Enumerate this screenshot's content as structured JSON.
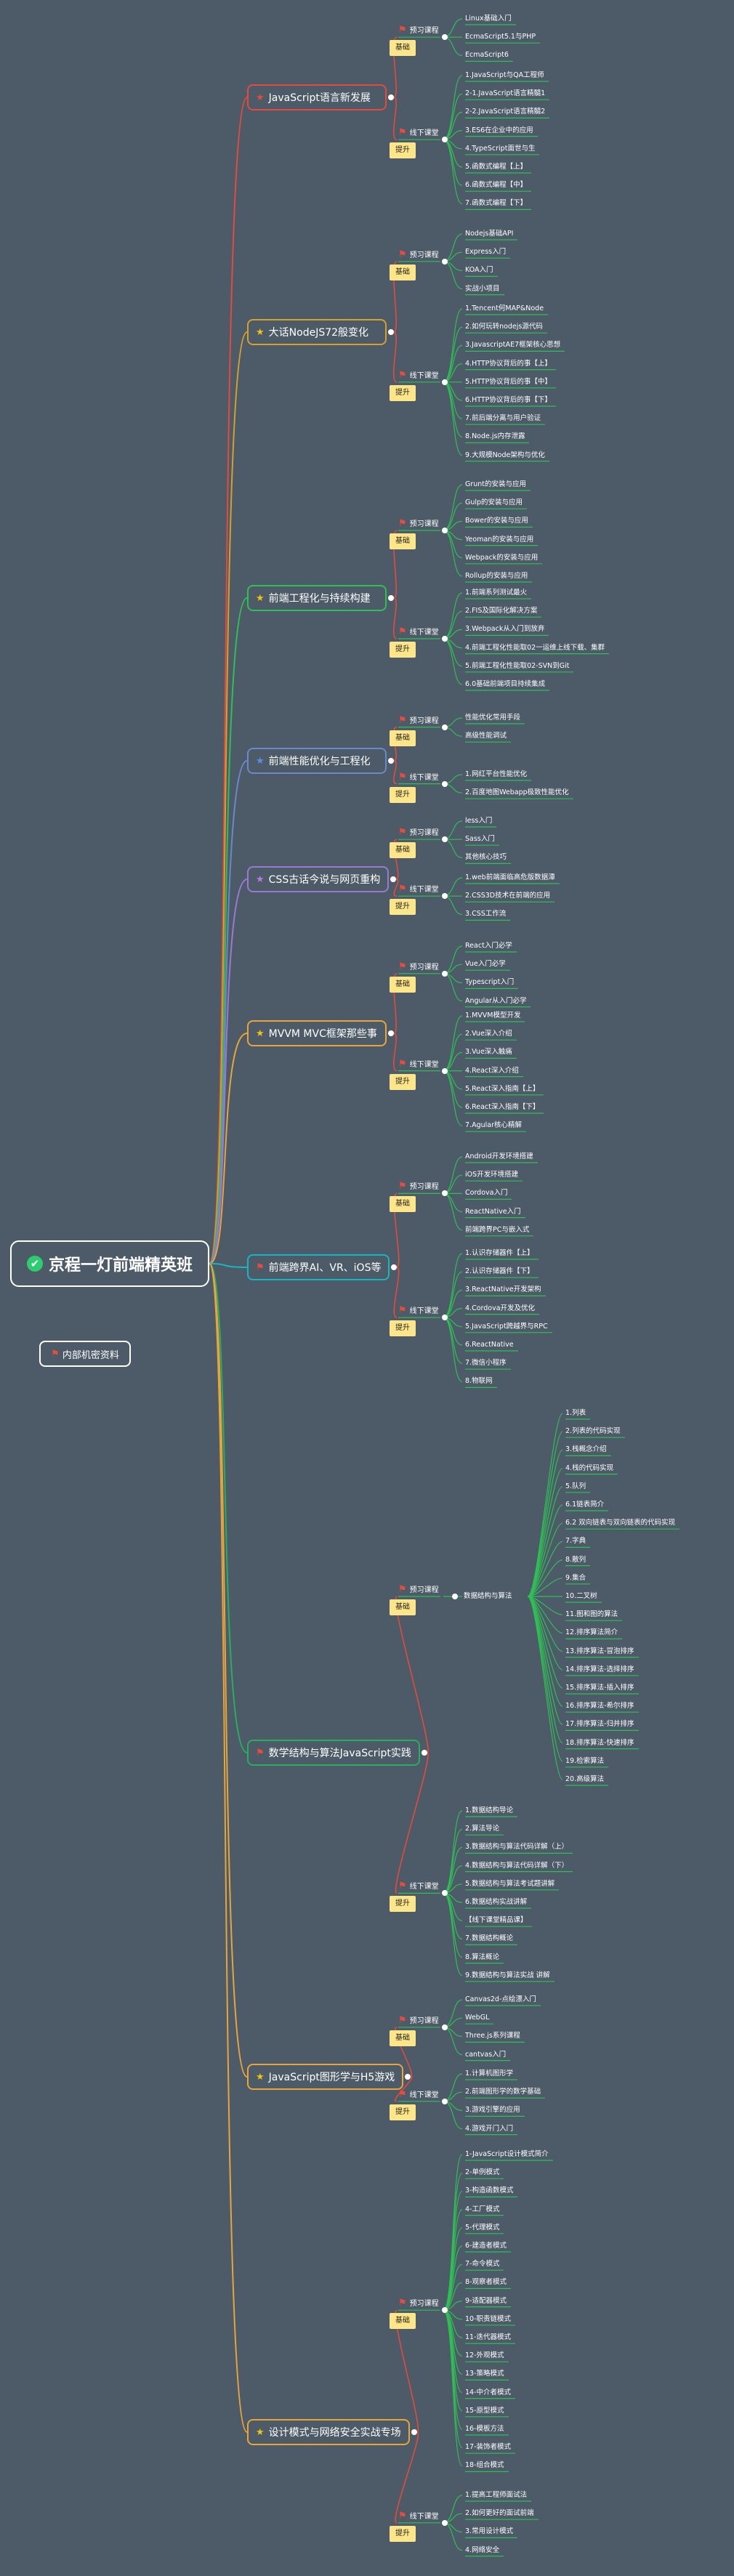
{
  "root": {
    "title": "京程一灯前端精英班",
    "note": "内部机密资料"
  },
  "branches": [
    {
      "title": "JavaScript语言新发展",
      "color": "#e34b3c",
      "icon": "star-red",
      "groups": [
        {
          "label": "预习课程",
          "tag": "基础",
          "items": [
            "Linux基础入门",
            "EcmaScript5.1与PHP",
            "EcmaScript6"
          ]
        },
        {
          "label": "线下课堂",
          "tag": "提升",
          "items": [
            "1.JavaScript与QA工程师",
            "2-1.JavaScript语言精髓1",
            "2-2.JavaScript语言精髓2",
            "3.ES6在企业中的应用",
            "4.TypeScript面世与生",
            "5.函数式编程【上】",
            "6.函数式编程【中】",
            "7.函数式编程【下】"
          ]
        }
      ]
    },
    {
      "title": "大话NodeJS72般变化",
      "color": "#d4a12a",
      "icon": "star-yellow",
      "groups": [
        {
          "label": "预习课程",
          "tag": "基础",
          "items": [
            "Nodejs基础API",
            "Express入门",
            "KOA入门",
            "实战小项目"
          ]
        },
        {
          "label": "线下课堂",
          "tag": "提升",
          "items": [
            "1.Tencent何MAP&Node",
            "2.如何玩转nodejs源代码",
            "3.JavascriptAE7框架核心思想",
            "4.HTTP协议背后的事【上】",
            "5.HTTP协议背后的事【中】",
            "6.HTTP协议背后的事【下】",
            "7.前后端分离与用户验证",
            "8.Node.js内存泄露",
            "9.大规模Node架构与优化"
          ]
        }
      ]
    },
    {
      "title": "前端工程化与持续构建",
      "color": "#2fbf55",
      "icon": "star-yellow",
      "groups": [
        {
          "label": "预习课程",
          "tag": "基础",
          "items": [
            "Grunt的安装与应用",
            "Gulp的安装与应用",
            "Bower的安装与应用",
            "Yeoman的安装与应用",
            "Webpack的安装与应用",
            "Rollup的安装与应用"
          ]
        },
        {
          "label": "线下课堂",
          "tag": "提升",
          "items": [
            "1.前端系列测试最火",
            "2.FIS及国际化解决方案",
            "3.Webpack从入门到放弃",
            "4.前端工程化性能取02一运维上线下载、集群",
            "5.前端工程化性能取02-SVN到Git",
            "6.0基础前端项目持续集成"
          ]
        }
      ]
    },
    {
      "title": "前端性能优化与工程化",
      "color": "#6b88c9",
      "icon": "star-blue",
      "groups": [
        {
          "label": "预习课程",
          "tag": "基础",
          "items": [
            "性能优化常用手段",
            "高级性能调试"
          ]
        },
        {
          "label": "线下课堂",
          "tag": "提升",
          "items": [
            "1.网红平台性能优化",
            "2.百度地图Webapp极致性能优化"
          ]
        }
      ]
    },
    {
      "title": "CSS古话今说与网页重构",
      "color": "#9a7ad0",
      "icon": "star-purple",
      "groups": [
        {
          "label": "预习课程",
          "tag": "基础",
          "items": [
            "less入门",
            "Sass入门",
            "其他核心技巧"
          ]
        },
        {
          "label": "线下课堂",
          "tag": "提升",
          "items": [
            "1.web前端面临高危版数据潭",
            "2.CSS3D技术在前端的应用",
            "3.CSS工作流"
          ]
        }
      ]
    },
    {
      "title": "MVVM MVC框架那些事",
      "color": "#e8a53a",
      "icon": "star-yellow",
      "groups": [
        {
          "label": "预习课程",
          "tag": "基础",
          "items": [
            "React入门必学",
            "Vue入门必学",
            "Typescript入门",
            "Angular从入门必学"
          ]
        },
        {
          "label": "线下课堂",
          "tag": "提升",
          "items": [
            "1.MVVM模型开发",
            "2.Vue深入介绍",
            "3.Vue深入触痛",
            "4.React深入介绍",
            "5.React深入指南【上】",
            "6.React深入指南【下】",
            "7.Agular核心精解"
          ]
        }
      ]
    },
    {
      "title": "前端跨界AI、VR、iOS等",
      "color": "#1ab5c2",
      "icon": "flag",
      "groups": [
        {
          "label": "预习课程",
          "tag": "基础",
          "items": [
            "Android开发环境搭建",
            "iOS开发环境搭建",
            "Cordova入门",
            "ReactNative入门",
            "前端跨界PC与嵌入式"
          ]
        },
        {
          "label": "线下课堂",
          "tag": "提升",
          "items": [
            "1.认识存储器件【上】",
            "2.认识存储器件【下】",
            "3.ReactNative开发架构",
            "4.Cordova开发及优化",
            "5.JavaScript跨越界与RPC",
            "6.ReactNative",
            "7.微信小程序",
            "8.物联网"
          ]
        }
      ]
    },
    {
      "title": "数学结构与算法JavaScript实践",
      "color": "#27ae60",
      "icon": "flag",
      "groups": [
        {
          "label": "预习课程",
          "tag": "基础",
          "sub": "数据结构与算法",
          "items": [
            "1.列表",
            "2.列表的代码实现",
            "3.栈概念介绍",
            "4.栈的代码实现",
            "5.队列",
            "6.1链表简介",
            "6.2 双向链表与双向链表的代码实现",
            "7.字典",
            "8.散列",
            "9.集合",
            "10.二叉树",
            "11.图和图的算法",
            "12.排序算法简介",
            "13.排序算法-冒泡排序",
            "14.排序算法-选择排序",
            "15.排序算法-插入排序",
            "16.排序算法-希尔排序",
            "17.排序算法-归并排序",
            "18.排序算法-快速排序",
            "19.检索算法",
            "20.高级算法"
          ]
        },
        {
          "label": "线下课堂",
          "tag": "提升",
          "items": [
            "1.数据结构导论",
            "2.算法导论",
            "3.数据结构与算法代码详解（上）",
            "4.数据结构与算法代码详解（下）",
            "5.数据结构与算法考试题讲解",
            "6.数据结构实战讲解",
            "【线下课堂精品课】",
            "7.数据结构概论",
            "8.算法概论",
            "9.数据结构与算法实战 讲解"
          ]
        }
      ]
    },
    {
      "title": "JavaScript图形学与H5游戏",
      "color": "#e8a53a",
      "icon": "star-yellow",
      "groups": [
        {
          "label": "预习课程",
          "tag": "基础",
          "items": [
            "Canvas2d-点绘漂入门",
            "WebGL",
            "Three.js系列课程",
            "cantvas入门"
          ]
        },
        {
          "label": "线下课堂",
          "tag": "提升",
          "items": [
            "1.计算机图形学",
            "2.前端图形学的数学基础",
            "3.游戏引擎的应用",
            "4.游戏开门入门"
          ]
        }
      ]
    },
    {
      "title": "设计模式与网络安全实战专场",
      "color": "#e8a53a",
      "icon": "star-yellow",
      "groups": [
        {
          "label": "预习课程",
          "tag": "基础",
          "items": [
            "1-JavaScript设计模式简介",
            "2-单例模式",
            "3-构造函数模式",
            "4-工厂模式",
            "5-代理模式",
            "6-建造者模式",
            "7-命令模式",
            "8-观察者模式",
            "9-适配器模式",
            "10-职责链模式",
            "11-迭代器模式",
            "12-外观模式",
            "13-策略模式",
            "14-中介者模式",
            "15-原型模式",
            "16-模板方法",
            "17-装饰者模式",
            "18-组合模式"
          ]
        },
        {
          "label": "线下课堂",
          "tag": "提升",
          "items": [
            "1.提高工程师面试法",
            "2.如何更好的面试前端",
            "3.常用设计模式",
            "4.网络安全"
          ]
        }
      ]
    }
  ]
}
